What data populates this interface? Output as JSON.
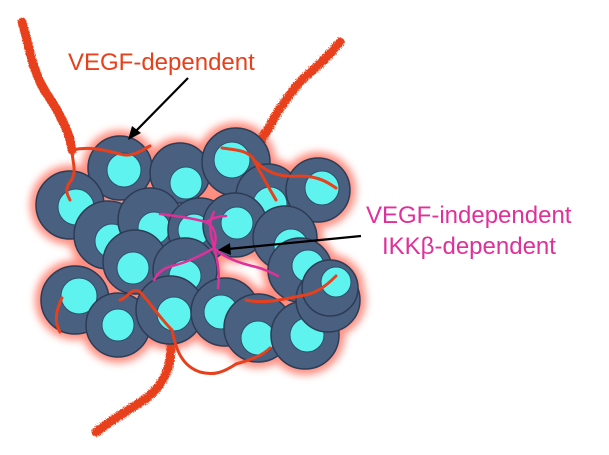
{
  "labels": {
    "vegf_dependent": "VEGF-dependent",
    "vegf_independent": "VEGF-independent",
    "ikk_dependent": "IKKβ-dependent"
  },
  "colors": {
    "background": "#ffffff",
    "vessel_red": "#e8401c",
    "label_red": "#e8401c",
    "label_magenta": "#e0309a",
    "vessel_magenta": "#e0309a",
    "cell_body": "#4a6080",
    "cell_outline": "#2c3c55",
    "nucleus": "#5ff3ef",
    "glow": "#ff7a6a",
    "arrow": "#000000"
  },
  "icons": {
    "tumor_cell": "tumor-cell-icon",
    "blood_vessel": "blood-vessel-icon"
  }
}
